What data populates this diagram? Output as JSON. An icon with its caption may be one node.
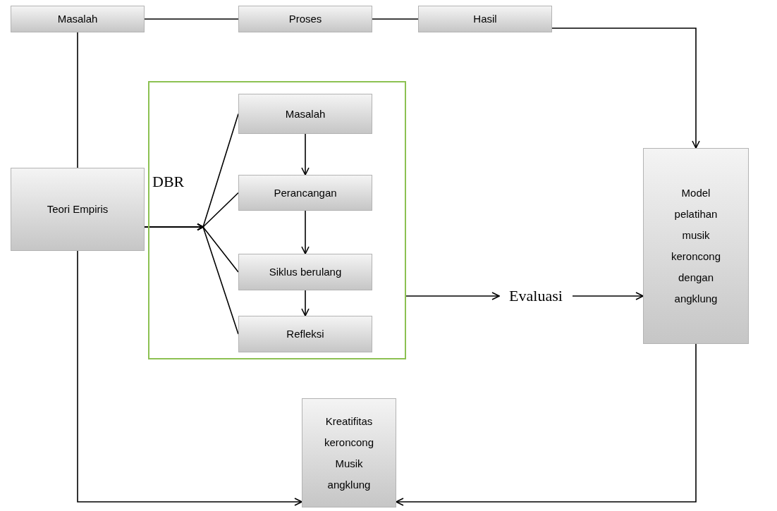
{
  "diagram": {
    "nodes": [
      {
        "text": [
          "Masalah"
        ]
      },
      {
        "text": [
          "Proses"
        ]
      },
      {
        "text": [
          "Hasil"
        ]
      },
      {
        "text": [
          "Teori Empiris"
        ]
      },
      {
        "text": [
          "DBR"
        ]
      },
      {
        "text": [
          "Masalah"
        ],
        "in": 4
      },
      {
        "text": [
          "Perancangan"
        ],
        "in": 4
      },
      {
        "text": [
          "Siklus berulang"
        ],
        "in": 4
      },
      {
        "text": [
          "Refleksi"
        ],
        "in": 4
      },
      {
        "text": [
          "Evaluasi"
        ]
      },
      {
        "text": [
          "Model pelatihan musik keroncong dengan angklung"
        ]
      },
      {
        "text": [
          "Kreatifitas keroncong Musik angklung"
        ]
      }
    ],
    "edges": [
      {
        "from": 0,
        "to": 1,
        "arrow": "none"
      },
      {
        "from": 1,
        "to": 2,
        "arrow": "none"
      },
      {
        "from": 2,
        "to": 10,
        "arrow": "to"
      },
      {
        "from": 0,
        "to": 3,
        "arrow": "none"
      },
      {
        "from": 3,
        "to": 5,
        "arrow": "to"
      },
      {
        "from": 3,
        "to": 6,
        "arrow": "to"
      },
      {
        "from": 3,
        "to": 7,
        "arrow": "to"
      },
      {
        "from": 3,
        "to": 8,
        "arrow": "to"
      },
      {
        "from": 5,
        "to": 6,
        "arrow": "to"
      },
      {
        "from": 6,
        "to": 7,
        "arrow": "to"
      },
      {
        "from": 7,
        "to": 8,
        "arrow": "to"
      },
      {
        "from": 4,
        "to": 9,
        "arrow": "to"
      },
      {
        "from": 9,
        "to": 10,
        "arrow": "to"
      },
      {
        "from": 3,
        "to": 11,
        "arrow": "to"
      },
      {
        "from": 10,
        "to": 11,
        "arrow": "to"
      }
    ]
  }
}
